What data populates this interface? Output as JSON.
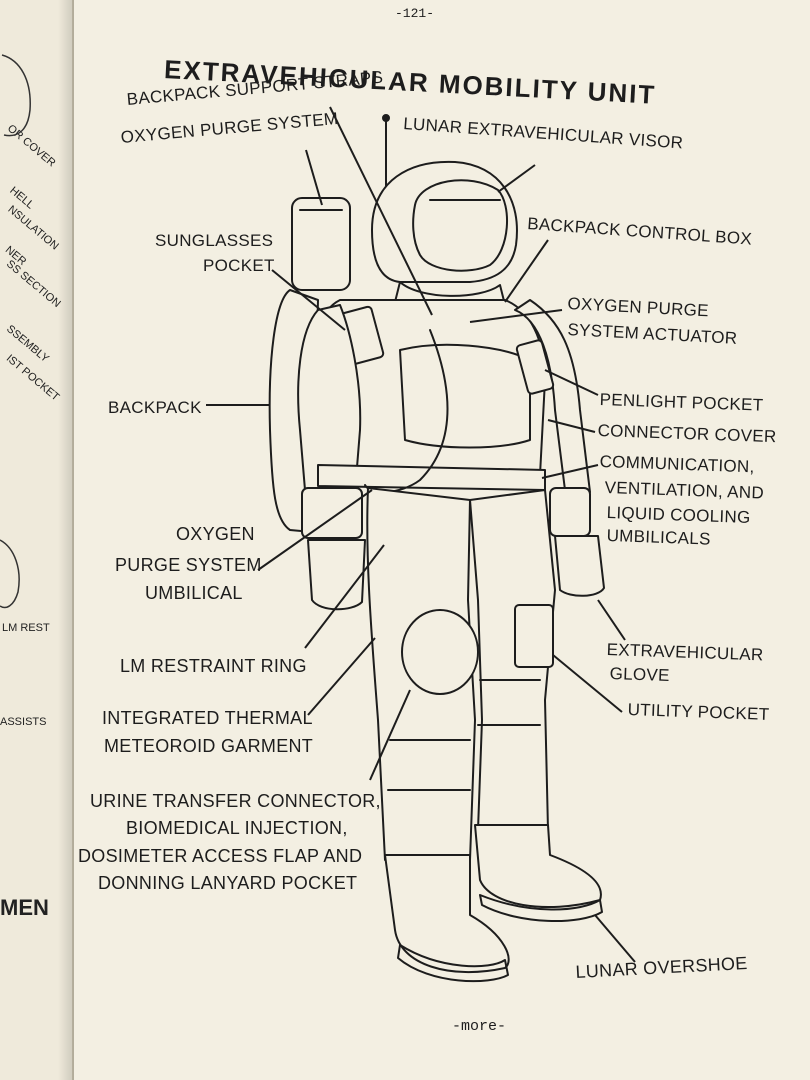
{
  "page": {
    "number": "-121-",
    "title": "EXTRAVEHICULAR MOBILITY UNIT",
    "footer": "-more-"
  },
  "left_page_fragments": [
    "OR COVER",
    "HELL",
    "NSULATION",
    "NER",
    "SS SECTION",
    "SSEMBLY",
    "IST POCKET",
    "LM REST",
    "ASSISTS",
    "MEN"
  ],
  "labels": {
    "backpack_support_straps": "BACKPACK SUPPORT STRAPS",
    "oxygen_purge_system": "OXYGEN PURGE SYSTEM",
    "lunar_visor": "LUNAR EXTRAVEHICULAR VISOR",
    "backpack_control_box": "BACKPACK CONTROL BOX",
    "sunglasses_line1": "SUNGLASSES",
    "sunglasses_line2": "POCKET",
    "purge_actuator_line1": "OXYGEN PURGE",
    "purge_actuator_line2": "SYSTEM ACTUATOR",
    "penlight_pocket": "PENLIGHT POCKET",
    "backpack": "BACKPACK",
    "connector_cover": "CONNECTOR COVER",
    "umbilicals_line1": "COMMUNICATION,",
    "umbilicals_line2": "VENTILATION, AND",
    "umbilicals_line3": "LIQUID COOLING",
    "umbilicals_line4": "UMBILICALS",
    "purge_umbilical_line1": "OXYGEN",
    "purge_umbilical_line2": "PURGE SYSTEM",
    "purge_umbilical_line3": "UMBILICAL",
    "glove_line1": "EXTRAVEHICULAR",
    "glove_line2": "GLOVE",
    "restraint_ring": "LM RESTRAINT RING",
    "utility_pocket": "UTILITY POCKET",
    "itmg_line1": "INTEGRATED THERMAL",
    "itmg_line2": "METEOROID GARMENT",
    "urine_line1": "URINE TRANSFER CONNECTOR,",
    "urine_line2": "BIOMEDICAL INJECTION,",
    "urine_line3": "DOSIMETER ACCESS FLAP AND",
    "urine_line4": "DONNING LANYARD POCKET",
    "lunar_overshoe": "LUNAR OVERSHOE"
  },
  "colors": {
    "paper": "#f3efe2",
    "ink": "#1d1d1d",
    "background": "#1b1b1b"
  }
}
